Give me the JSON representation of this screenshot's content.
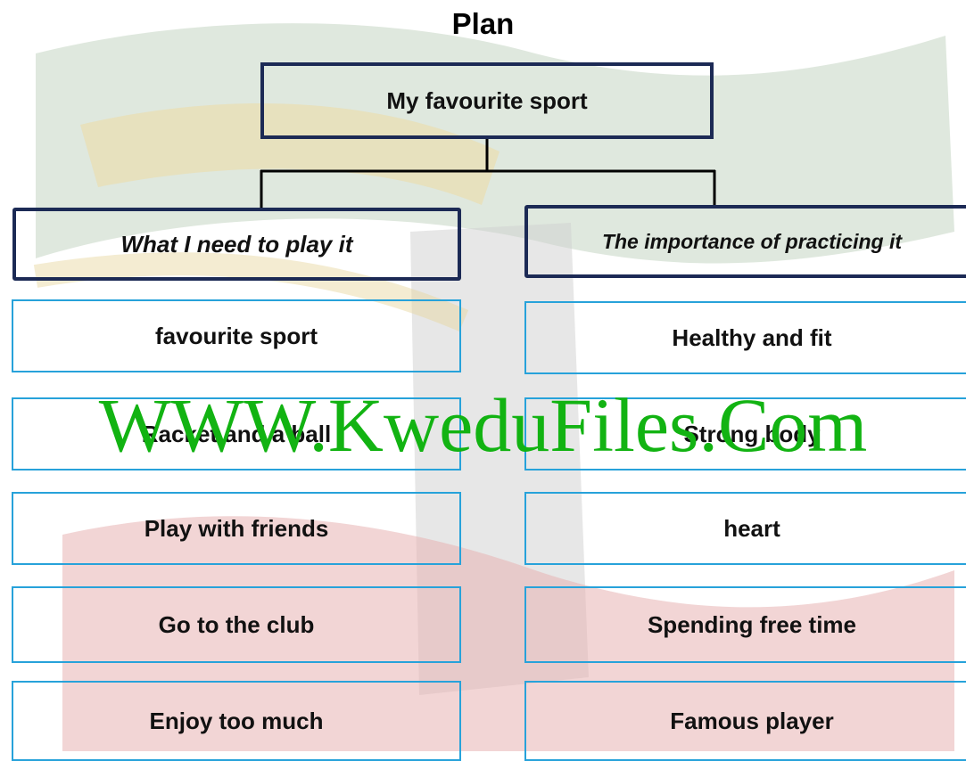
{
  "title": "Plan",
  "main_topic": "My favourite sport",
  "branches": [
    {
      "heading": "What I need to play it",
      "items": [
        "favourite sport",
        "Racket and a ball",
        "Play with friends",
        "Go to the club",
        "Enjoy too much"
      ]
    },
    {
      "heading": "The importance of practicing it",
      "items": [
        "Healthy and fit",
        "Strong body",
        "heart",
        "Spending free time",
        "Famous player"
      ]
    }
  ],
  "watermark": "WWW.KweduFiles.Com",
  "colors": {
    "heading_border": "#1c2a55",
    "item_border": "#27a2da",
    "watermark": "#12b312"
  }
}
